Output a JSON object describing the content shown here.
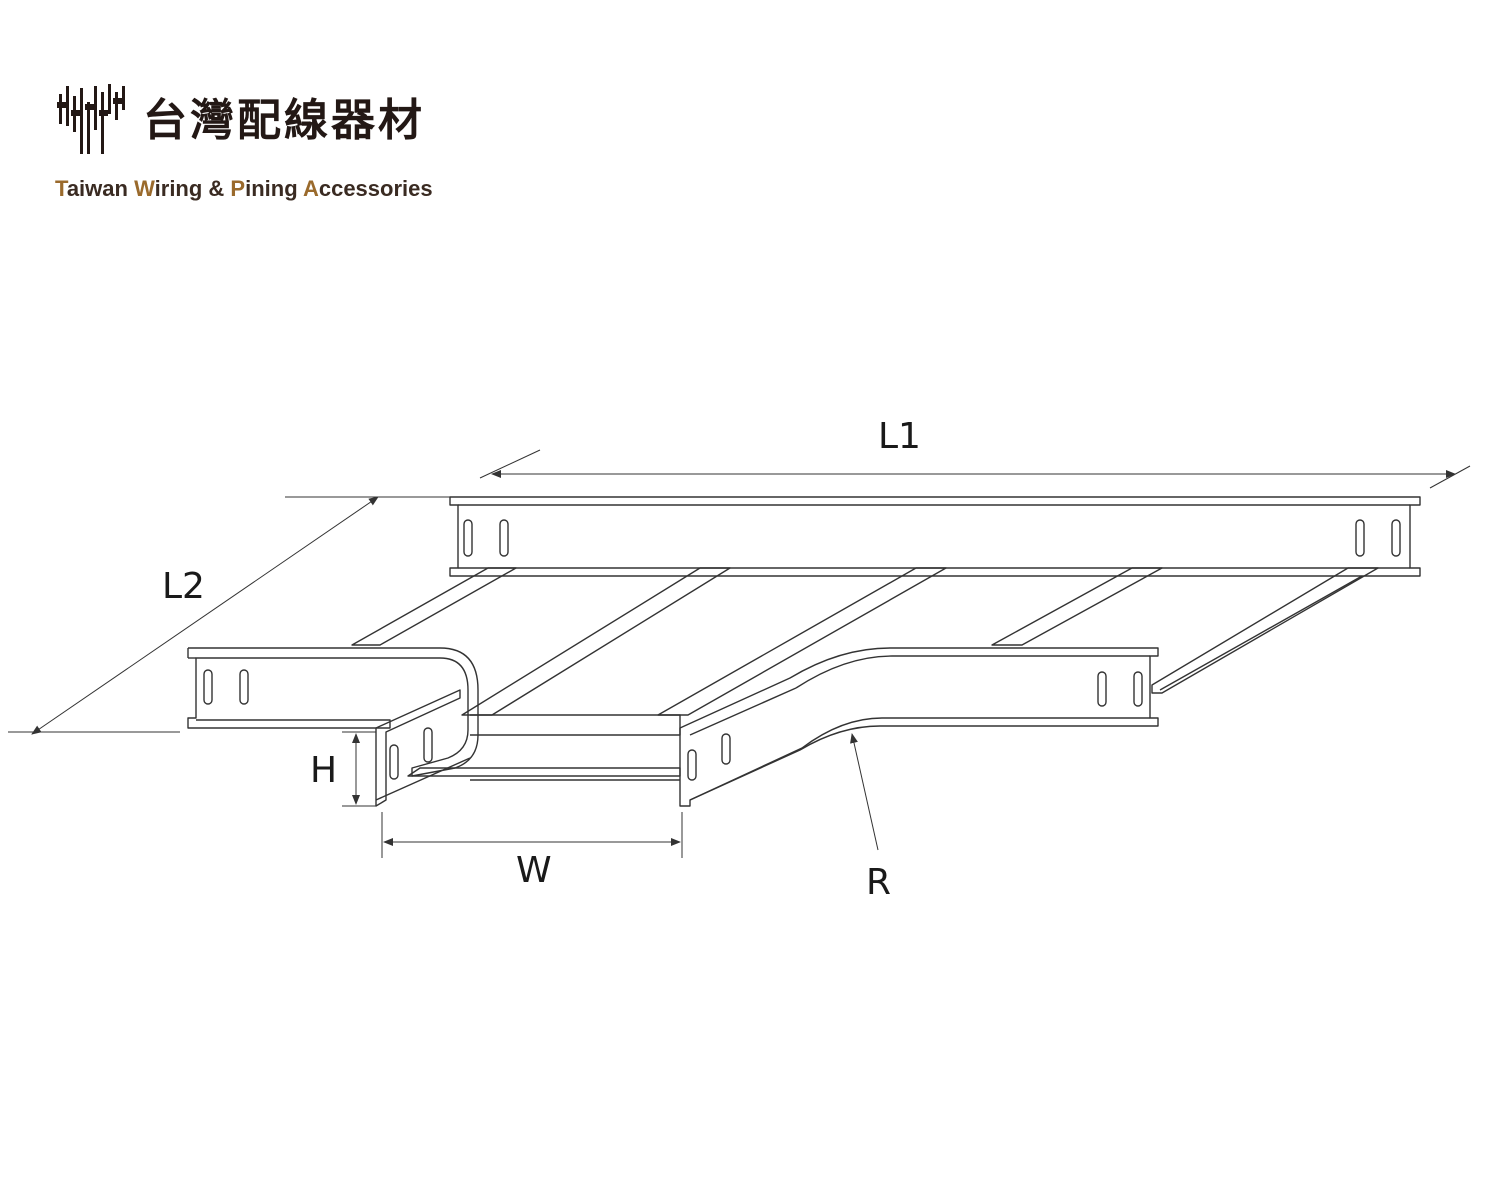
{
  "logo": {
    "mark_icon": "vertical-bars-mark-icon",
    "title_cjk": "台灣配線器材",
    "subtitle_parts": [
      "T",
      "aiwan ",
      "W",
      "iring & ",
      "P",
      "ining ",
      "A",
      "ccessories"
    ],
    "subtitle_text": "Taiwan Wiring & Pining Accessories",
    "colors": {
      "dark": "#231815",
      "accent": "#9a6a2c"
    }
  },
  "diagram": {
    "subject": "cable-ladder-tee",
    "dimensions": {
      "l1": "L1",
      "l2": "L2",
      "h": "H",
      "w": "W",
      "r": "R"
    },
    "line_color": "#333333"
  }
}
